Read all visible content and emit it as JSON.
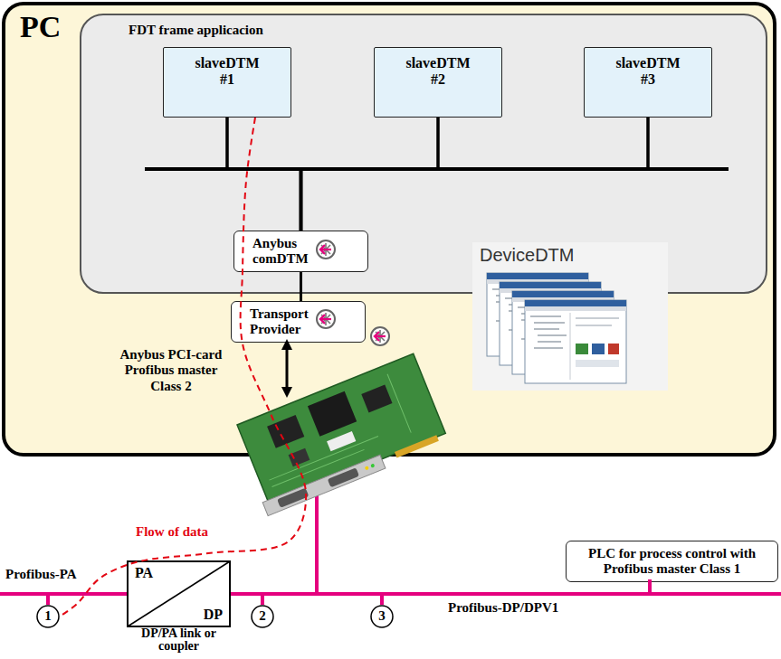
{
  "diagram": {
    "nodes": [
      {
        "text": [
          "PC"
        ]
      },
      {
        "text": [
          "FDT frame applicacion"
        ],
        "in": 0
      },
      {
        "text": [
          "slaveDTM #1"
        ],
        "in": 1
      },
      {
        "text": [
          "slaveDTM #2"
        ],
        "in": 1
      },
      {
        "text": [
          "slaveDTM #3"
        ],
        "in": 1
      },
      {
        "text": [
          "Anybus comDTM"
        ],
        "in": 1
      },
      {
        "text": [
          "Transport Provider"
        ],
        "in": 0
      },
      {
        "text": [
          "PLC for process control with Profibus master Class 1"
        ]
      },
      {
        "text": [
          "PA",
          "DP",
          "DP/PA link or coupler"
        ]
      },
      {
        "text": [
          "1"
        ]
      },
      {
        "text": [
          "2"
        ]
      },
      {
        "text": [
          "3"
        ]
      }
    ],
    "edges": [
      {
        "from": 2,
        "to": 5,
        "arrow": "none"
      },
      {
        "from": 3,
        "to": 5,
        "arrow": "none"
      },
      {
        "from": 4,
        "to": 5,
        "arrow": "none"
      },
      {
        "from": 5,
        "to": 6,
        "arrow": "none"
      },
      {
        "from": 2,
        "to": 9,
        "arrow": "none",
        "label": "Flow of data"
      }
    ],
    "labels": [
      "DeviceDTM",
      "Anybus PCI-card Profibus master Class 2",
      "Profibus-PA",
      "Profibus-DP/DPV1"
    ]
  }
}
